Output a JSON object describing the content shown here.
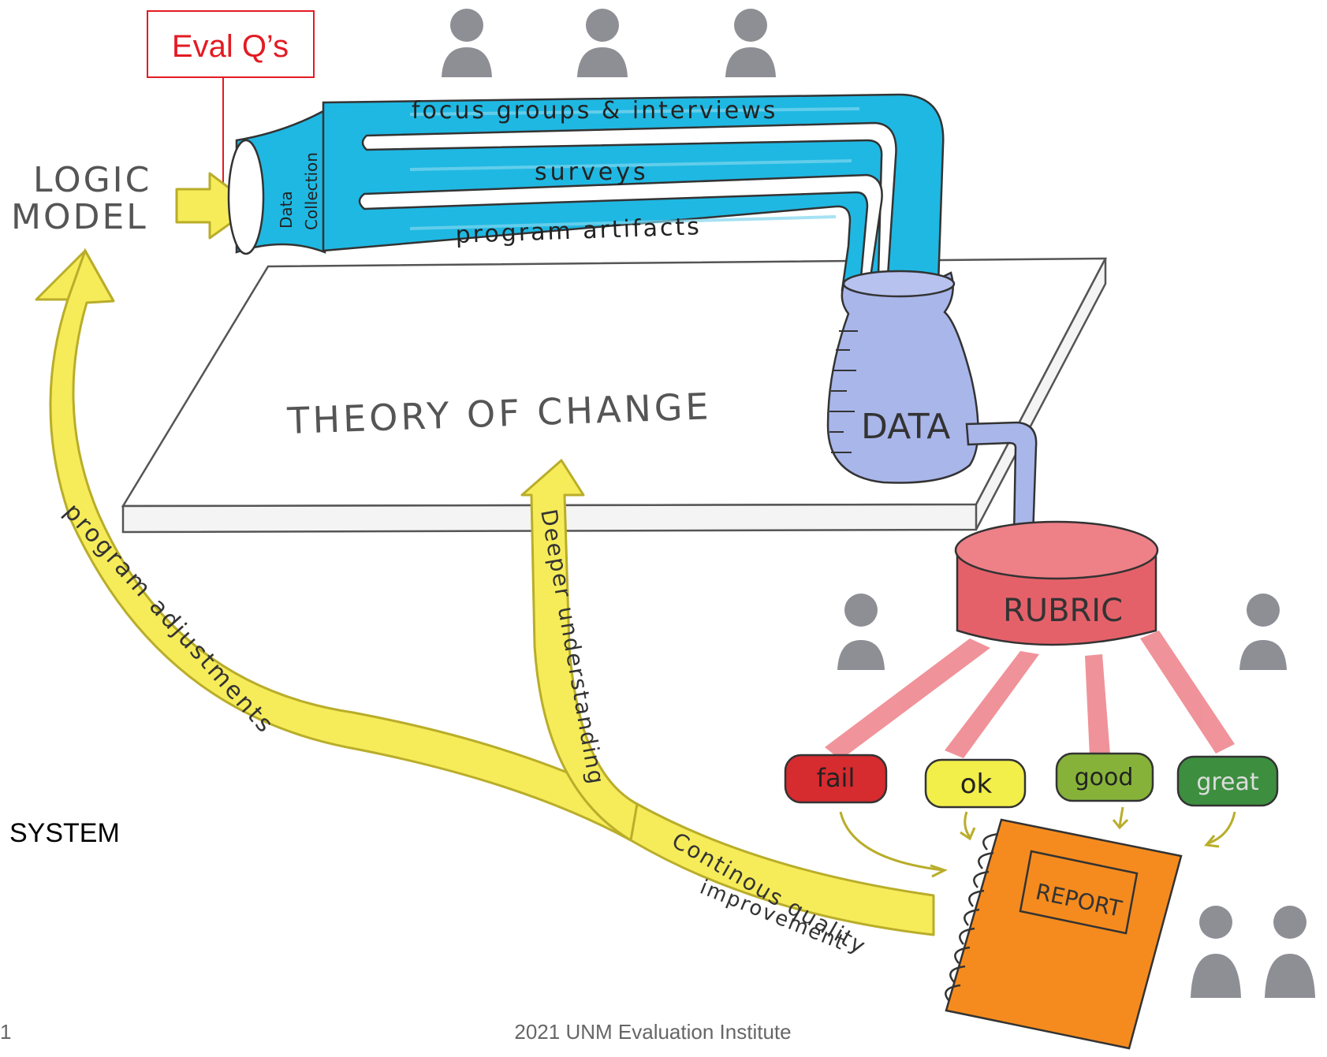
{
  "colors": {
    "pipe": "#1fb8e3",
    "pipe_dark": "#1597bd",
    "arrow_yellow": "#f6ec5a",
    "arrow_stroke": "#b9ad2a",
    "beaker": "#a9b6ea",
    "rubric": "#e5616a",
    "fail": "#d62b2f",
    "ok": "#f2ee4a",
    "good": "#86b23a",
    "great": "#3d8f3f",
    "report": "#f58b1e",
    "person": "#8e8e95",
    "callout_red": "#e31b23"
  },
  "callout": {
    "label": "Eval Q’s"
  },
  "logic_model": {
    "line1": "LOGIC",
    "line2": "MODEL"
  },
  "pipe": {
    "entry_line1": "Data",
    "entry_line2": "Collection",
    "branches": [
      "focus groups & interviews",
      "surveys",
      "program artifacts"
    ]
  },
  "platform": {
    "label": "THEORY OF CHANGE"
  },
  "beaker": {
    "label": "DATA"
  },
  "rubric": {
    "label": "RUBRIC"
  },
  "ratings": [
    {
      "label": "fail"
    },
    {
      "label": "ok"
    },
    {
      "label": "good"
    },
    {
      "label": "great"
    }
  ],
  "report": {
    "label": "REPORT"
  },
  "arrows": {
    "program_adjustments": "program adjustments",
    "deeper_understanding": "Deeper understanding",
    "cqi_line1": "Continous quality",
    "cqi_line2": "improvement"
  },
  "side_label": "SYSTEM",
  "footer": {
    "page_number": "1",
    "text": "2021 UNM Evaluation Institute"
  },
  "icons": [
    "person-icon",
    "right-arrow-icon",
    "up-arrow-icon",
    "spiral-binding-icon"
  ]
}
